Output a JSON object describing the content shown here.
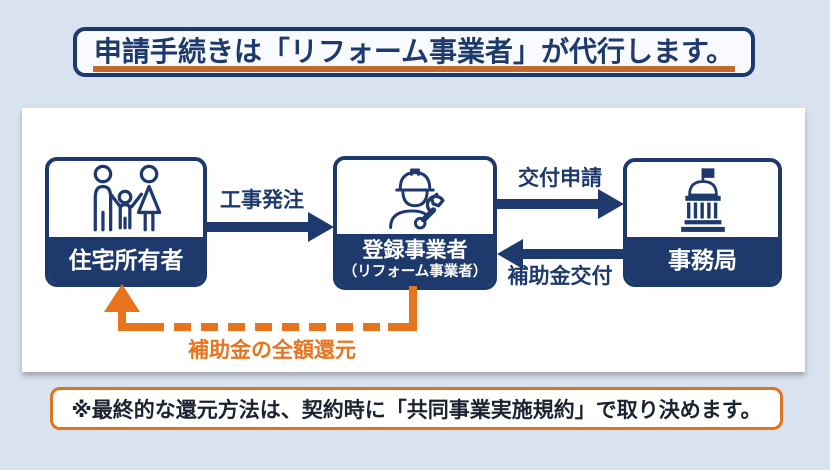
{
  "title": {
    "text": "申請手続きは「リフォーム事業者」が代行します。"
  },
  "diagram": {
    "nodes": [
      {
        "id": "homeowner",
        "label": "住宅所有者",
        "icon": "family-icon"
      },
      {
        "id": "contractor",
        "label": "登録事業者",
        "sublabel": "（リフォーム事業者）",
        "icon": "worker-icon"
      },
      {
        "id": "office",
        "label": "事務局",
        "icon": "government-building-icon"
      }
    ],
    "arrows": [
      {
        "label": "工事発注",
        "from": "homeowner",
        "to": "contractor",
        "style": "solid",
        "color": "navy"
      },
      {
        "label": "交付申請",
        "from": "contractor",
        "to": "office",
        "style": "solid",
        "color": "navy"
      },
      {
        "label": "補助金交付",
        "from": "office",
        "to": "contractor",
        "style": "solid",
        "color": "navy"
      },
      {
        "label": "補助金の全額還元",
        "from": "contractor",
        "to": "homeowner",
        "style": "dashed",
        "color": "orange"
      }
    ]
  },
  "note": {
    "text": "※最終的な還元方法は、契約時に「共同事業実施規約」で取り決めます。"
  },
  "colors": {
    "navy": "#1e3a6d",
    "orange": "#e8751e",
    "title_underline": "#c46a2f",
    "background": "#d9e3ef",
    "panel": "#ffffff"
  }
}
